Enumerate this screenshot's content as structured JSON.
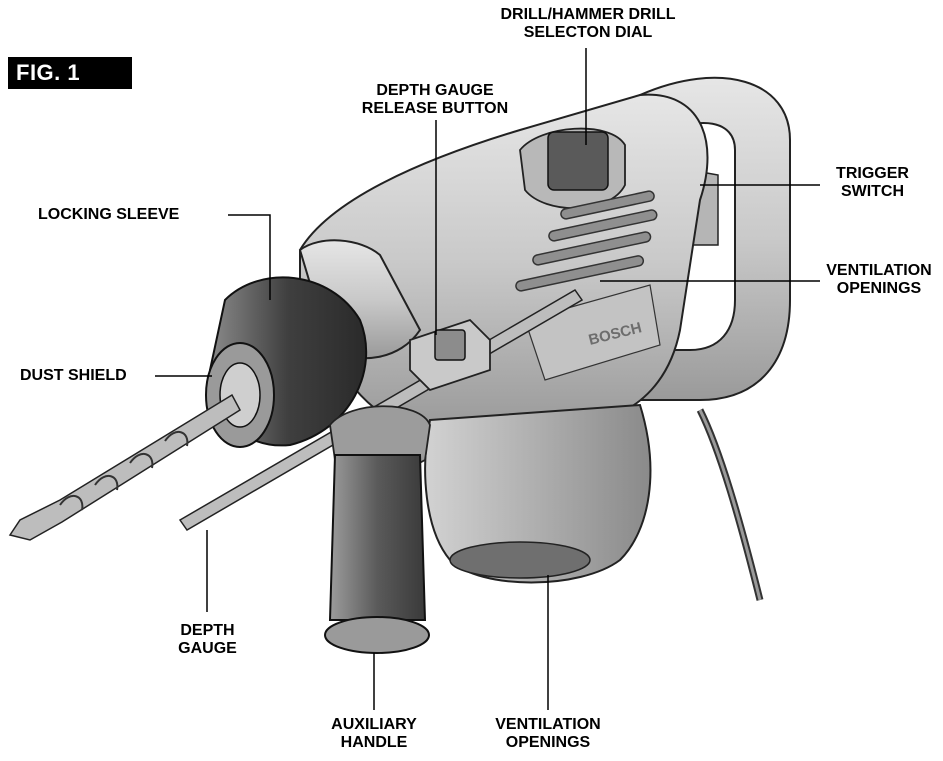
{
  "figure": {
    "tag": "FIG. 1"
  },
  "labels": {
    "selection_dial": [
      "DRILL/HAMMER DRILL",
      "SELECTON DIAL"
    ],
    "depth_release": [
      "DEPTH GAUGE",
      "RELEASE  BUTTON"
    ],
    "locking_sleeve": [
      "LOCKING SLEEVE"
    ],
    "trigger": [
      "TRIGGER",
      "SWITCH"
    ],
    "vent_right": [
      "VENTILATION",
      "OPENINGS"
    ],
    "dust_shield": [
      "DUST SHIELD"
    ],
    "depth_gauge": [
      "DEPTH",
      "GAUGE"
    ],
    "aux_handle": [
      "AUXILIARY",
      "HANDLE"
    ],
    "vent_bottom": [
      "VENTILATION",
      "OPENINGS"
    ]
  },
  "brand": "BOSCH"
}
